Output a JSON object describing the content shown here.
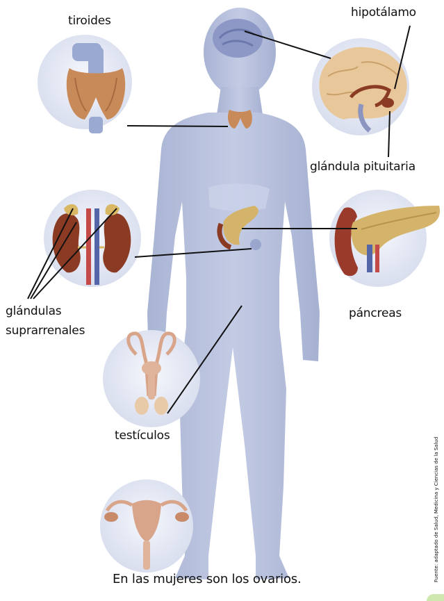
{
  "labels": {
    "tiroides": "tiroides",
    "hipotalamo": "hipotálamo",
    "glandula_pituitaria": "glándula pituitaria",
    "glandulas_line1": "glándulas",
    "glandulas_line2": "suprarrenales",
    "pancreas": "páncreas",
    "testiculos": "testículos"
  },
  "caption": "En las mujeres son los ovarios.",
  "credit": "Fuente: adaptado de Salud, Medicina y Ciencias de la Salud",
  "colors": {
    "body": "#b9c3de",
    "circle": "#e6eaf5",
    "thyroid": "#c98a5a",
    "brain": "#e8c79a",
    "kidney": "#8b3b24",
    "adrenal": "#d9b865",
    "pancreas": "#d4b46a",
    "reproductive": "#d9a58a",
    "leader_line": "#111111"
  },
  "icons": [
    "thyroid-icon",
    "brain-icon",
    "kidney-icon",
    "pancreas-icon",
    "male-reproductive-icon",
    "uterus-icon"
  ]
}
